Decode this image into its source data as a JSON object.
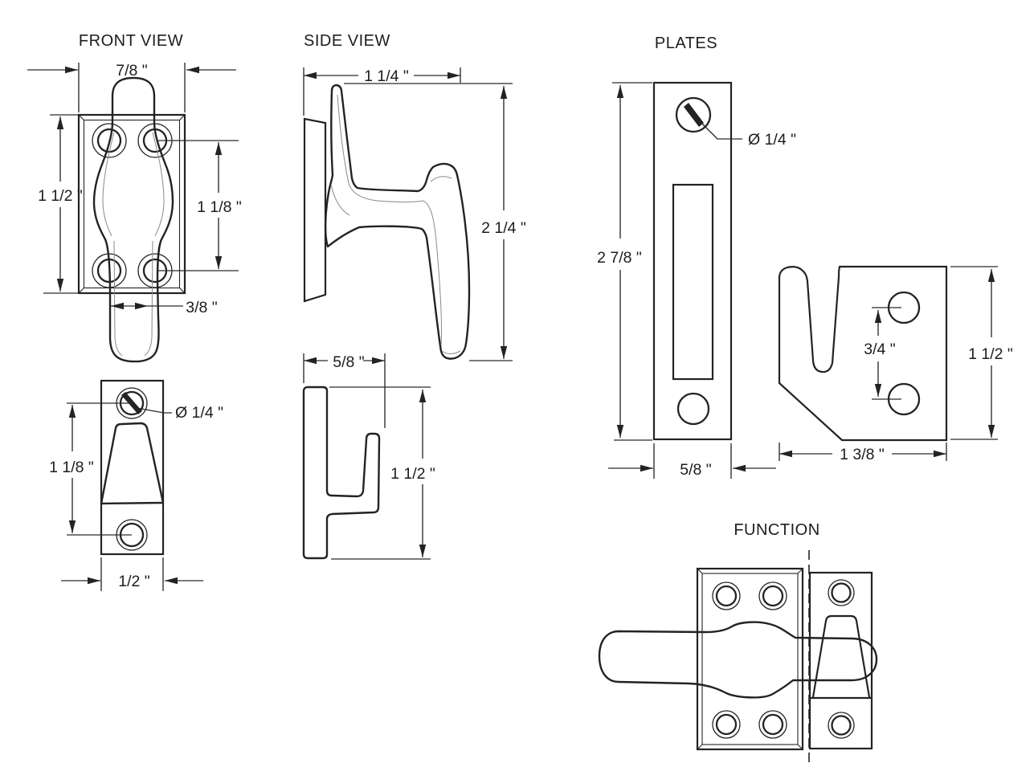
{
  "front_view": {
    "title": "FRONT VIEW",
    "plate_width": "7/8 \"",
    "plate_height": "1 1/2 \"",
    "hole_spacing": "1 1/8 \"",
    "handle_width": "3/8 \"",
    "keeper": {
      "screw_dia": "Ø 1/4 \"",
      "hole_spacing": "1 1/8 \"",
      "plate_width": "1/2 \""
    }
  },
  "side_view": {
    "title": "SIDE VIEW",
    "handle_depth": "1 1/4 \"",
    "handle_height": "2 1/4 \"",
    "keeper": {
      "depth": "5/8 \"",
      "height": "1 1/2 \""
    }
  },
  "plates": {
    "title": "PLATES",
    "strike_plate": {
      "height": "2 7/8 \"",
      "screw_dia": "Ø 1/4 \"",
      "width": "5/8 \""
    },
    "hook_plate": {
      "hole_spacing": "3/4 \"",
      "height": "1 1/2 \"",
      "width": "1 3/8 \""
    }
  },
  "function_view": {
    "title": "FUNCTION"
  },
  "colors": {
    "line": "#232323",
    "light_line": "#8a8a8a",
    "background": "#ffffff"
  }
}
